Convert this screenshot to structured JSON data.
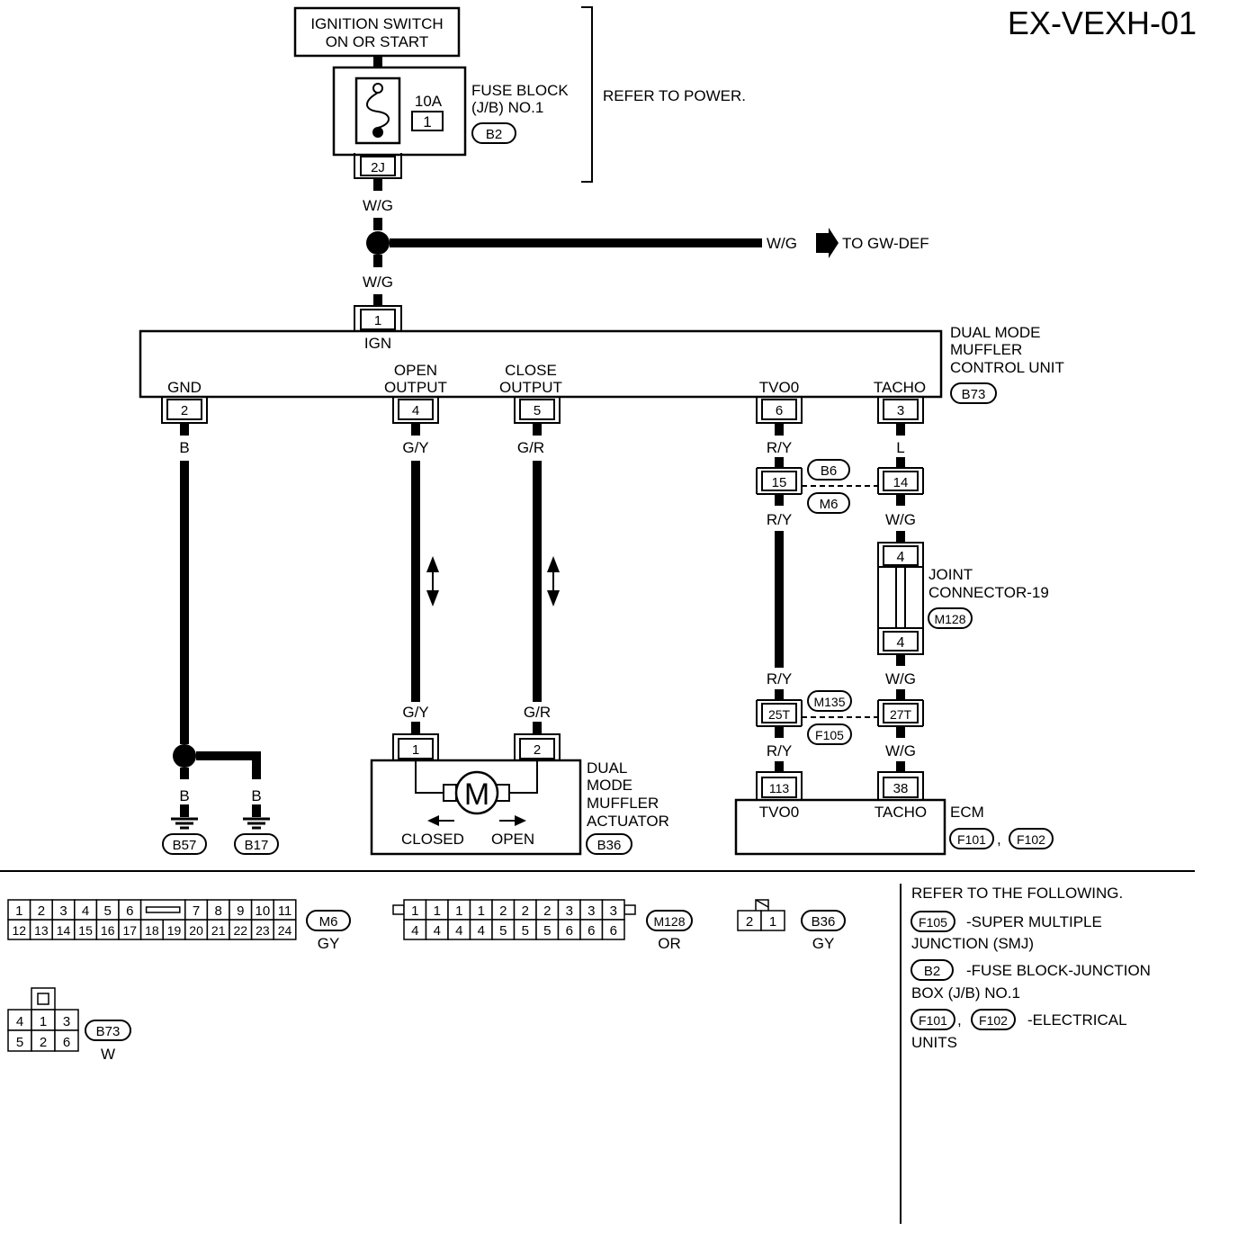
{
  "diagram_id": "EX-VEXH-01",
  "ignition_switch": [
    "IGNITION SWITCH",
    "ON OR START"
  ],
  "fuse_block": {
    "fuse_rating": "10A",
    "fuse_number": "1",
    "name_lines": [
      "FUSE BLOCK",
      "(J/B) NO.1"
    ],
    "connector": "B2",
    "output_pin": "2J",
    "note": "REFER TO POWER."
  },
  "splice": {
    "wire_color": "W/G",
    "destination": "TO GW-DEF"
  },
  "control_unit": {
    "name_lines": [
      "DUAL MODE",
      "MUFFLER",
      "CONTROL UNIT"
    ],
    "connector": "B73",
    "pins": {
      "ign": {
        "pin": "1",
        "label": "IGN",
        "wire": "W/G"
      },
      "gnd": {
        "pin": "2",
        "label": "GND",
        "wire": "B"
      },
      "open": {
        "pin": "4",
        "label_lines": [
          "OPEN",
          "OUTPUT"
        ],
        "wire": "G/Y"
      },
      "close": {
        "pin": "5",
        "label_lines": [
          "CLOSE",
          "OUTPUT"
        ],
        "wire": "G/R"
      },
      "tvo": {
        "pin": "6",
        "label": "TVO0",
        "wire": "R/Y"
      },
      "tacho": {
        "pin": "3",
        "label": "TACHO",
        "wire": "L"
      }
    }
  },
  "connector_b6_m6": {
    "top": "B6",
    "bottom": "M6",
    "tvo_pin": "15",
    "tacho_pin": "14"
  },
  "joint_connector": {
    "name_lines": [
      "JOINT",
      "CONNECTOR-19"
    ],
    "connector": "M128",
    "pin_top": "4",
    "pin_bottom": "4"
  },
  "connector_m135_f105": {
    "top": "M135",
    "bottom": "F105",
    "tvo_pin": "25T",
    "tacho_pin": "27T"
  },
  "wire_colors": {
    "ry": "R/Y",
    "wg": "W/G",
    "gy": "G/Y",
    "gr": "G/R",
    "b": "B"
  },
  "grounds": [
    "B57",
    "B17"
  ],
  "actuator": {
    "name_lines": [
      "DUAL",
      "MODE",
      "MUFFLER",
      "ACTUATOR"
    ],
    "connector": "B36",
    "pin1": "1",
    "pin2": "2",
    "motor": "M",
    "closed": "CLOSED",
    "open": "OPEN"
  },
  "ecm": {
    "name": "ECM",
    "connectors": [
      "F101",
      "F102"
    ],
    "tvo_pin": "113",
    "tacho_pin": "38",
    "tvo_label": "TVO0",
    "tacho_label": "TACHO"
  },
  "connector_faces": {
    "m6": {
      "id": "M6",
      "color": "GY",
      "top": [
        "1",
        "2",
        "3",
        "4",
        "5",
        "6",
        "7",
        "8",
        "9",
        "10",
        "11"
      ],
      "bottom": [
        "12",
        "13",
        "14",
        "15",
        "16",
        "17",
        "18",
        "19",
        "20",
        "21",
        "22",
        "23",
        "24"
      ]
    },
    "m128": {
      "id": "M128",
      "color": "OR",
      "top": [
        "1",
        "1",
        "1",
        "1",
        "2",
        "2",
        "2",
        "3",
        "3",
        "3"
      ],
      "bottom": [
        "4",
        "4",
        "4",
        "4",
        "5",
        "5",
        "5",
        "6",
        "6",
        "6"
      ]
    },
    "b36": {
      "id": "B36",
      "color": "GY",
      "pins": [
        "2",
        "1"
      ]
    },
    "b73": {
      "id": "B73",
      "color": "W",
      "top": [
        "4",
        "1",
        "3"
      ],
      "bottom": [
        "5",
        "2",
        "6"
      ]
    }
  },
  "references": {
    "heading": "REFER TO THE FOLLOWING.",
    "items": [
      {
        "codes": [
          "F105"
        ],
        "text_lines": [
          "-SUPER MULTIPLE",
          "JUNCTION (SMJ)"
        ]
      },
      {
        "codes": [
          "B2"
        ],
        "text_lines": [
          "-FUSE BLOCK-JUNCTION",
          "BOX (J/B) NO.1"
        ]
      },
      {
        "codes": [
          "F101",
          "F102"
        ],
        "text_lines": [
          "-ELECTRICAL",
          "UNITS"
        ]
      }
    ]
  }
}
